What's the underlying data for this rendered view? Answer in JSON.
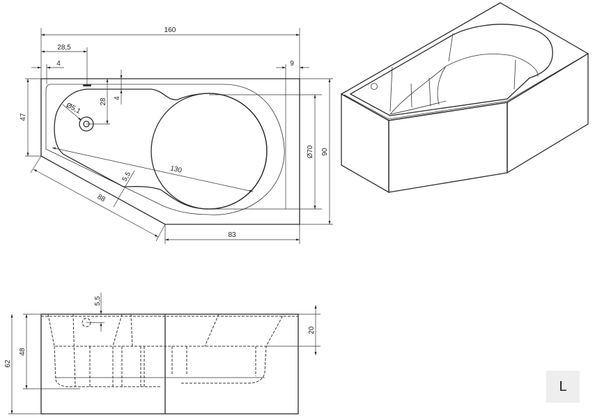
{
  "top_view": {
    "dims": {
      "length": "160",
      "overflow_offset": "28,5",
      "rim_left": "4",
      "rim_right": "9",
      "left_width": "47",
      "overflow_depth": "28",
      "rim_top": "4",
      "drain_diameter": "Ø5,1",
      "circle_diameter": "Ø70",
      "width": "90",
      "diagonal": "130",
      "wall": "5,5",
      "slant_side": "88",
      "bottom_length": "83"
    }
  },
  "side_view": {
    "dims": {
      "overflow_top": "5,5",
      "rim_height": "20",
      "depth": "48",
      "height": "62"
    }
  },
  "variant_badge": "L"
}
